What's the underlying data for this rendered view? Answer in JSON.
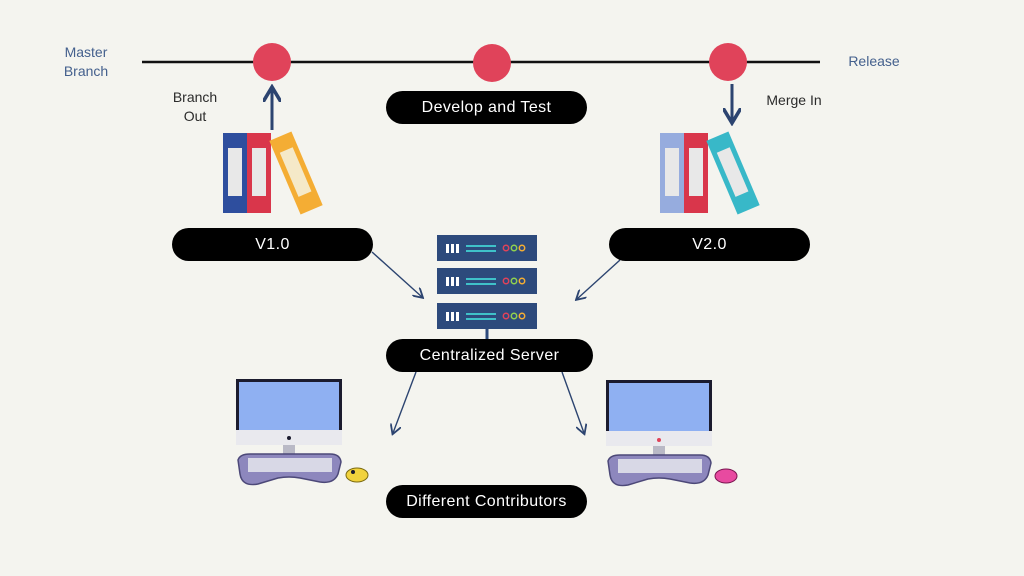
{
  "timeline": {
    "start_label": "Master\nBranch",
    "end_label": "Release",
    "branch_out_label": "Branch\nOut",
    "merge_in_label": "Merge In"
  },
  "pills": {
    "develop": "Develop and Test",
    "v1": "V1.0",
    "v2": "V2.0",
    "server": "Centralized Server",
    "contributors": "Different Contributors"
  },
  "colors": {
    "background": "#f4f4ef",
    "timeline_line": "#111111",
    "commit_dot": "#e0435a",
    "arrow": "#2c4470",
    "pill_bg": "#000000",
    "label_text": "#44608d",
    "server_body": "#2d4a7c",
    "screen": "#8fb0f2",
    "keyboard": "#8d87bd"
  },
  "icons": {
    "binders": "binders-icon",
    "server": "server-rack-icon",
    "computer": "desktop-computer-icon"
  }
}
